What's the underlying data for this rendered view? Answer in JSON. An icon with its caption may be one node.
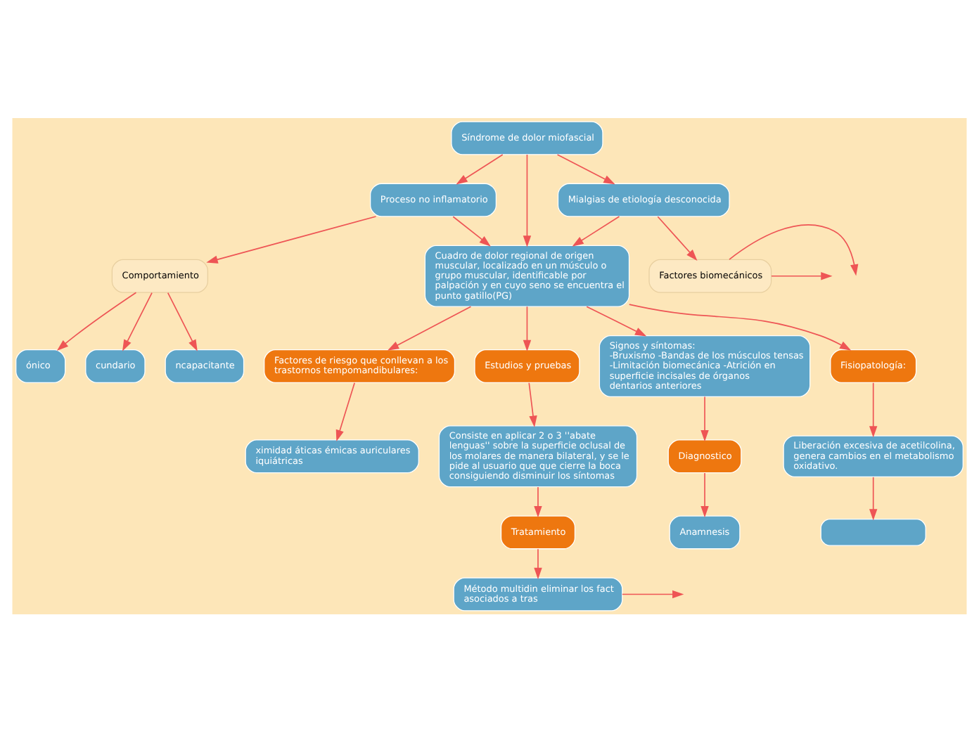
{
  "diagram": {
    "nodes": [
      {
        "text": [
          "Síndrome de dolor miofascial"
        ]
      },
      {
        "text": [
          "Proceso no inflamatorio"
        ]
      },
      {
        "text": [
          "Mialgias de etiología desconocida"
        ]
      },
      {
        "text": [
          "Comportamiento"
        ]
      },
      {
        "text": [
          "ónico"
        ]
      },
      {
        "text": [
          "cundario"
        ]
      },
      {
        "text": [
          "ncapacitante"
        ]
      },
      {
        "text": [
          "Factores biomecánicos"
        ]
      },
      {
        "text": [
          "Cuadro de dolor regional de origen muscular, localizado en un músculo o grupo muscular, identificable por palpación y en cuyo seno se encuentra el punto gatillo(PG)"
        ]
      },
      {
        "text": [
          "Factores de riesgo que conllevan a los trastornos tempomandibulares:"
        ]
      },
      {
        "text": [
          "ximidad áticas émicas auriculares iquiátricas"
        ]
      },
      {
        "text": [
          "Estudios y pruebas"
        ]
      },
      {
        "text": [
          "Signos y síntomas:",
          "-Bruxismo -Bandas de los músculos tensas -Limitación biomecánica -Atrición en superficie incisales de órganos dentarios anteriores"
        ]
      },
      {
        "text": [
          "Fisiopatología:"
        ]
      },
      {
        "text": [
          "Liberación excesiva de acetilcolina, genera cambios en el metabolismo oxidativo."
        ]
      },
      {
        "text": [
          "Consiste en aplicar 2 o 3 ''abate lenguas'' sobre la superficie oclusal de los molares de manera bilateral, y se le pide al usuario que que cierre la boca consiguiendo disminuir los síntomas"
        ]
      },
      {
        "text": [
          "Tratamiento"
        ]
      },
      {
        "text": [
          "Método multidin eliminar los fact asociados a tras"
        ]
      },
      {
        "text": [
          "Diagnostico"
        ]
      },
      {
        "text": [
          "Anamnesis"
        ]
      },
      {
        "text": [],
        "shape": "box"
      }
    ],
    "edges": [
      {
        "from": 0,
        "to": 1,
        "arrow": "to"
      },
      {
        "from": 0,
        "to": 8,
        "arrow": "to"
      },
      {
        "from": 0,
        "to": 2,
        "arrow": "to"
      },
      {
        "from": 1,
        "to": 3,
        "arrow": "to"
      },
      {
        "from": 1,
        "to": 8,
        "arrow": "to"
      },
      {
        "from": 2,
        "to": 8,
        "arrow": "to"
      },
      {
        "from": 2,
        "to": 7,
        "arrow": "to"
      },
      {
        "from": 3,
        "to": 4,
        "arrow": "to"
      },
      {
        "from": 3,
        "to": 5,
        "arrow": "to"
      },
      {
        "from": 3,
        "to": 6,
        "arrow": "to"
      },
      {
        "from": 8,
        "to": 9,
        "arrow": "to"
      },
      {
        "from": 8,
        "to": 11,
        "arrow": "to"
      },
      {
        "from": 8,
        "to": 13,
        "arrow": "to"
      },
      {
        "from": 8,
        "to": 12,
        "arrow": "to"
      },
      {
        "from": 9,
        "to": 10,
        "arrow": "to"
      },
      {
        "from": 11,
        "to": 15,
        "arrow": "to"
      },
      {
        "from": 15,
        "to": 16,
        "arrow": "to"
      },
      {
        "from": 16,
        "to": 17,
        "arrow": "to"
      },
      {
        "from": 13,
        "to": 14,
        "arrow": "to"
      },
      {
        "from": 14,
        "to": 20,
        "arrow": "to"
      },
      {
        "from": 12,
        "to": 18,
        "arrow": "to"
      },
      {
        "from": 18,
        "to": 19,
        "arrow": "to"
      },
      {
        "from": 7,
        "to": null,
        "arrow": "to"
      },
      {
        "from": 7,
        "to": null,
        "arrow": "to"
      },
      {
        "from": 17,
        "to": null,
        "arrow": "to"
      }
    ]
  }
}
